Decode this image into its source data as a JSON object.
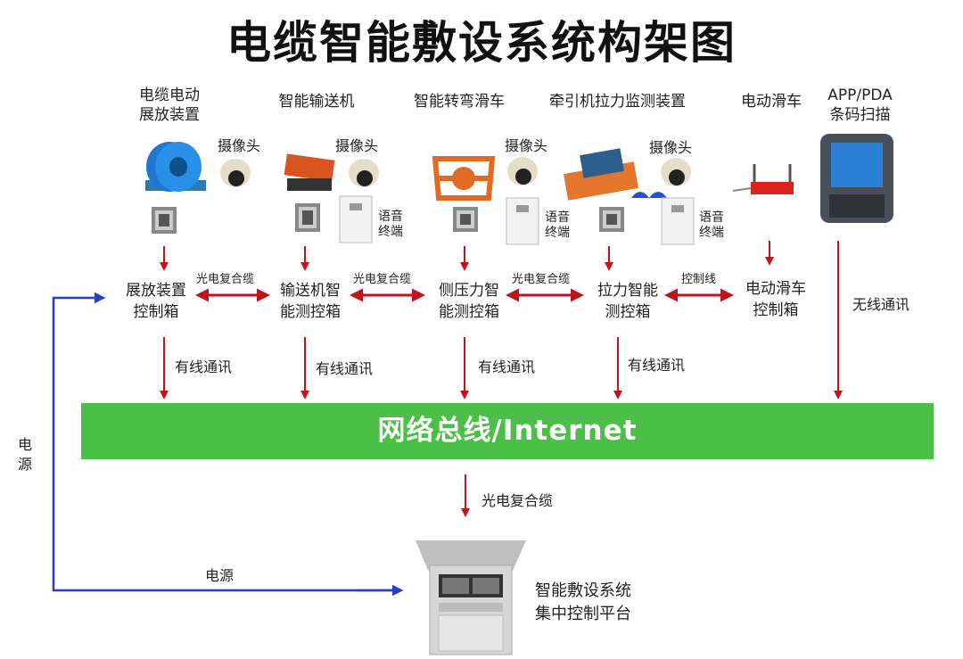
{
  "title": "电缆智能敷设系统构架图",
  "devices": [
    {
      "label_line1": "电缆电动",
      "label_line2": "展放装置"
    },
    {
      "label_line1": "智能输送机",
      "label_line2": ""
    },
    {
      "label_line1": "智能转弯滑车",
      "label_line2": ""
    },
    {
      "label_line1": "牵引机拉力监测装置",
      "label_line2": ""
    },
    {
      "label_line1": "电动滑车",
      "label_line2": ""
    },
    {
      "label_line1": "APP/PDA",
      "label_line2": "条码扫描"
    }
  ],
  "camera_label": "摄像头",
  "voice_terminal": {
    "line1": "语音",
    "line2": "终端"
  },
  "controllers": [
    {
      "line1": "展放装置",
      "line2": "控制箱"
    },
    {
      "line1": "输送机智",
      "line2": "能测控箱"
    },
    {
      "line1": "侧压力智",
      "line2": "能测控箱"
    },
    {
      "line1": "拉力智能",
      "line2": "测控箱"
    },
    {
      "line1": "电动滑车",
      "line2": "控制箱"
    }
  ],
  "links": [
    "光电复合缆",
    "光电复合缆",
    "光电复合缆",
    "控制线"
  ],
  "wired_comm": "有线通讯",
  "wireless_comm": "无线通讯",
  "bus_label": "网络总线/Internet",
  "platform_link": "光电复合缆",
  "power_label": "电源",
  "power_vertical": {
    "c1": "电",
    "c2": "源"
  },
  "platform": {
    "line1": "智能敷设系统",
    "line2": "集中控制平台"
  },
  "colors": {
    "arrow_red": "#c0141c",
    "power_blue": "#2a3fc4",
    "bus_green": "#4bbf48"
  }
}
